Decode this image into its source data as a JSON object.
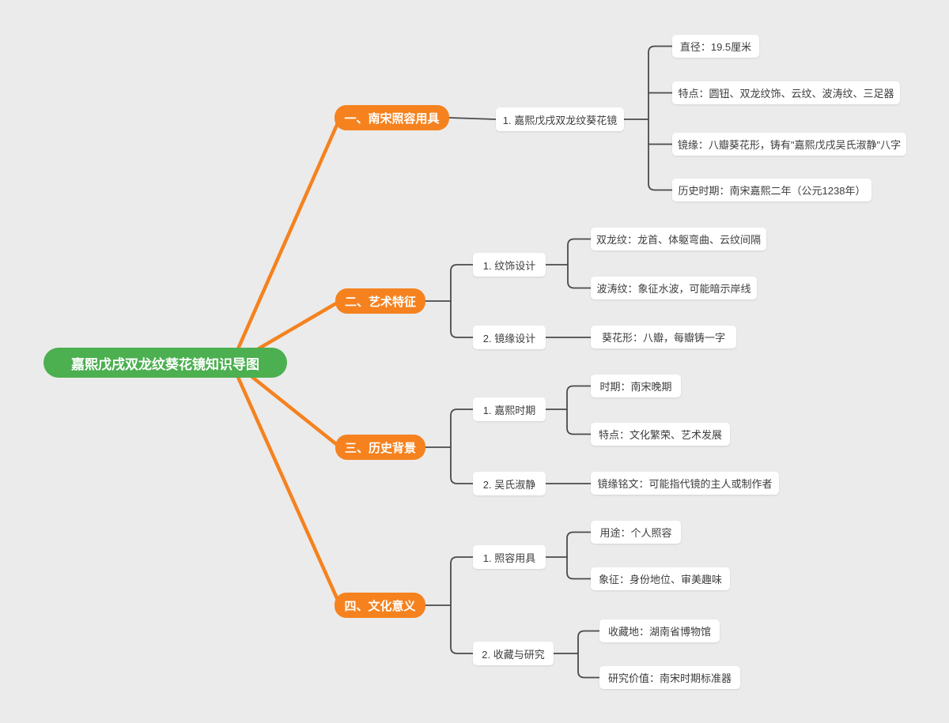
{
  "colors": {
    "canvas_bg": "#ebebeb",
    "root_green": "#4caf50",
    "branch_orange": "#f5821f",
    "wire_dark": "#4a4a4a",
    "node_text_dark": "#3d3d3d"
  },
  "root": {
    "label": "嘉熙戊戌双龙纹葵花镜知识导图"
  },
  "branches": [
    {
      "label": "一、南宋照容用具",
      "children": [
        {
          "label": "1. 嘉熙戊戌双龙纹葵花镜",
          "leaves": [
            "直径：19.5厘米",
            "特点：圆钮、双龙纹饰、云纹、波涛纹、三足器",
            "镜缘：八瓣葵花形，铸有\"嘉熙戊戌吴氏淑静\"八字",
            "历史时期：南宋嘉熙二年（公元1238年）"
          ]
        }
      ]
    },
    {
      "label": "二、艺术特征",
      "children": [
        {
          "label": "1. 纹饰设计",
          "leaves": [
            "双龙纹：龙首、体躯弯曲、云纹间隔",
            "波涛纹：象征水波，可能暗示岸线"
          ]
        },
        {
          "label": "2. 镜缘设计",
          "leaves": [
            "葵花形：八瓣，每瓣铸一字"
          ]
        }
      ]
    },
    {
      "label": "三、历史背景",
      "children": [
        {
          "label": "1. 嘉熙时期",
          "leaves": [
            "时期：南宋晚期",
            "特点：文化繁荣、艺术发展"
          ]
        },
        {
          "label": "2. 吴氏淑静",
          "leaves": [
            "镜缘铭文：可能指代镜的主人或制作者"
          ]
        }
      ]
    },
    {
      "label": "四、文化意义",
      "children": [
        {
          "label": "1. 照容用具",
          "leaves": [
            "用途：个人照容",
            "象征：身份地位、审美趣味"
          ]
        },
        {
          "label": "2. 收藏与研究",
          "leaves": [
            "收藏地：湖南省博物馆",
            "研究价值：南宋时期标准器"
          ]
        }
      ]
    }
  ]
}
